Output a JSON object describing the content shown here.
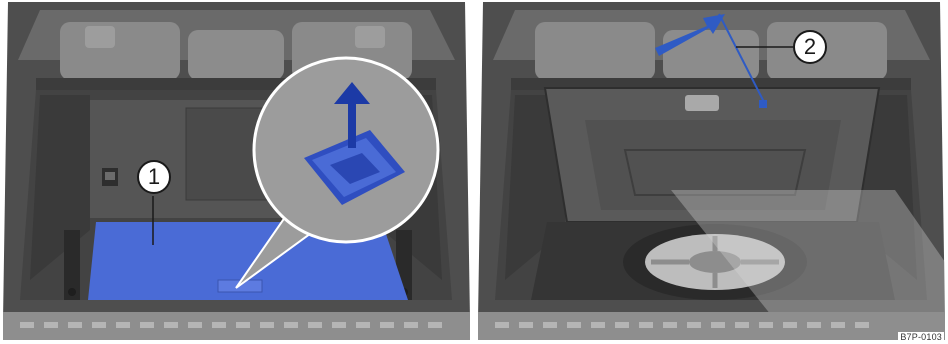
{
  "figure": {
    "panels": [
      {
        "callout_label": "1",
        "icon": "lift-handle-icon",
        "highlight_color": "#4a6bd6"
      },
      {
        "callout_label": "2",
        "icon": "arrow-icon",
        "accent_color": "#2f5bc4"
      }
    ],
    "code": "B7P-0103"
  }
}
